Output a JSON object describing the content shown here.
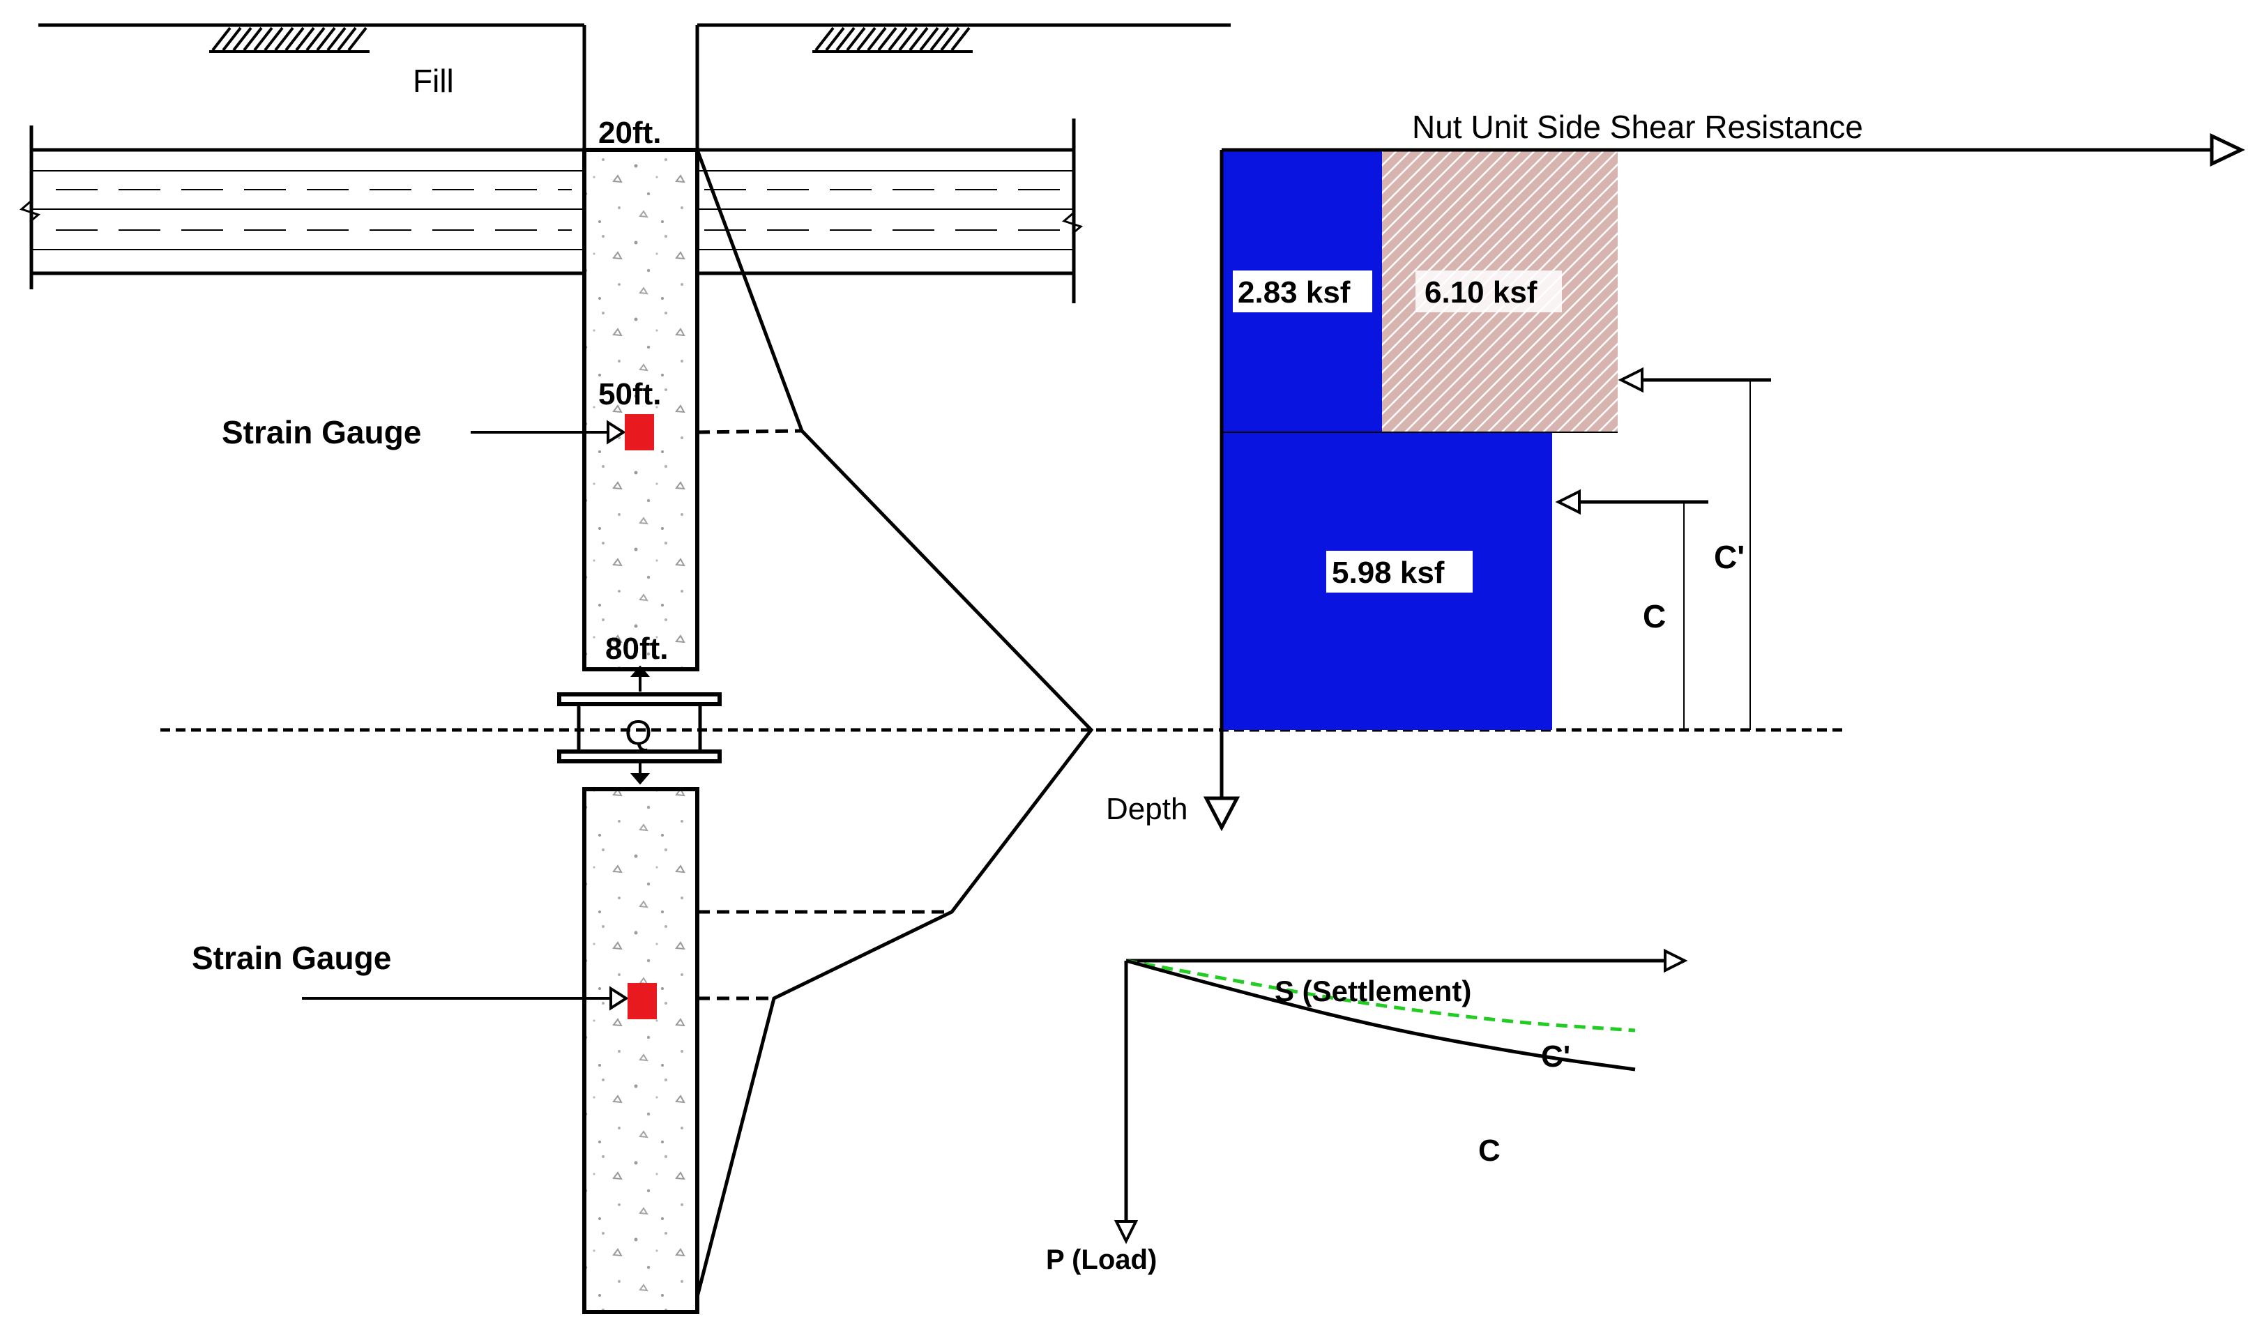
{
  "labels": {
    "fill": "Fill",
    "depth_20": "20ft.",
    "depth_50": "50ft.",
    "depth_80": "80ft.",
    "strain_gauge_upper": "Strain Gauge",
    "strain_gauge_lower": "Strain Gauge",
    "load_cell": "Q",
    "shear_axis_title": "Nut Unit Side Shear Resistance",
    "depth_axis": "Depth",
    "shear_value_1": "2.83 ksf",
    "shear_value_2": "6.10 ksf",
    "shear_value_3": "5.98 ksf",
    "dim_c_prime": "C'",
    "dim_c": "C",
    "settlement_axis": "S (Settlement)",
    "load_axis": "P (Load)",
    "curve_c_prime": "C'",
    "curve_c": "C"
  },
  "colors": {
    "blue_block": "#0a14e0",
    "hatch_block": "#d8b4b0",
    "gauge": "#e8191f",
    "curve_c_prime": "#22cc22",
    "line": "#000000"
  },
  "curves": {
    "c_prime": {
      "style": "dashed",
      "points": [
        [
          0,
          0
        ],
        [
          0.18,
          -0.06
        ],
        [
          0.45,
          -0.15
        ],
        [
          0.75,
          -0.22
        ],
        [
          1.0,
          -0.25
        ]
      ]
    },
    "c": {
      "style": "solid",
      "points": [
        [
          0,
          0
        ],
        [
          0.2,
          -0.1
        ],
        [
          0.5,
          -0.24
        ],
        [
          0.8,
          -0.34
        ],
        [
          1.0,
          -0.39
        ]
      ]
    }
  }
}
